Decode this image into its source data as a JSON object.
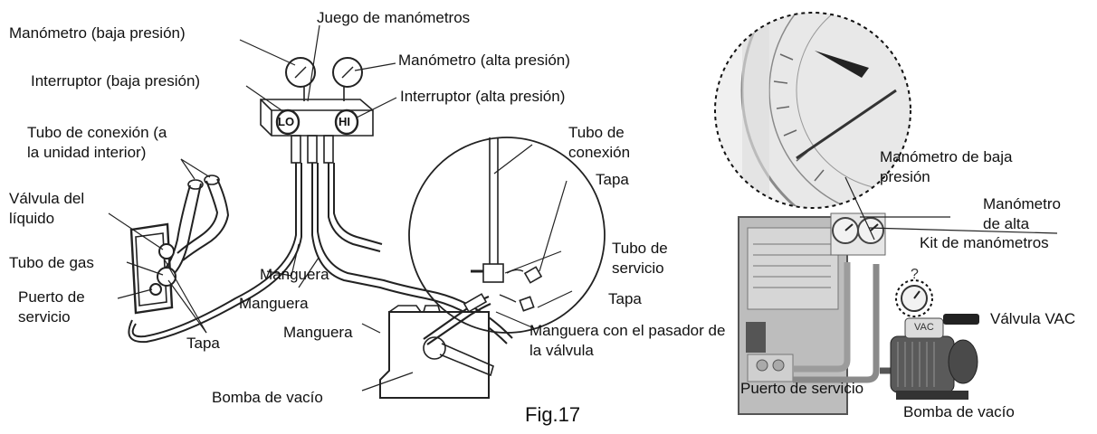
{
  "left": {
    "manometro_baja": "Manómetro (baja presión)",
    "juego_manometros": "Juego de manómetros",
    "manometro_alta": "Manómetro (alta presión)",
    "interruptor_baja": "Interruptor (baja presión)",
    "interruptor_alta": "Interruptor (alta presión)",
    "tubo_conexion_line1": "Tubo de conexión (a",
    "tubo_conexion_line2": "la unidad interior)",
    "valvula_line1": "Válvula del",
    "valvula_line2": "líquido",
    "tubo_gas": "Tubo de gas",
    "puerto_line1": "Puerto de",
    "puerto_line2": "servicio",
    "tapa": "Tapa",
    "manguera_1": "Manguera",
    "manguera_2": "Manguera",
    "manguera_3": "Manguera",
    "bomba": "Bomba de vacío",
    "gauge_lo": "LO",
    "gauge_hi": "HI"
  },
  "detail": {
    "tubo_conexion_line1": "Tubo de",
    "tubo_conexion_line2": "conexión",
    "tapa_1": "Tapa",
    "tubo_servicio_line1": "Tubo de",
    "tubo_servicio_line2": "servicio",
    "tapa_2": "Tapa",
    "manguera_pasador_line1": "Manguera con el pasador de",
    "manguera_pasador_line2": "la válvula"
  },
  "figure_caption": "Fig.17",
  "right": {
    "manometro_baja_line1": "Manómetro de baja",
    "manometro_baja_line2": "presión",
    "manometro_alta_line1": "Manómetro",
    "manometro_alta_line2": "de alta",
    "kit": "Kit de manómetros",
    "valvula_vac": "Válvula VAC",
    "vac_badge": "VAC",
    "puerto": "Puerto de servicio",
    "bomba": "Bomba de vacío"
  },
  "colors": {
    "line": "#222222",
    "photo_dark": "#3a3a3a",
    "photo_mid": "#9a9a9a",
    "photo_light": "#d8d8d8"
  }
}
